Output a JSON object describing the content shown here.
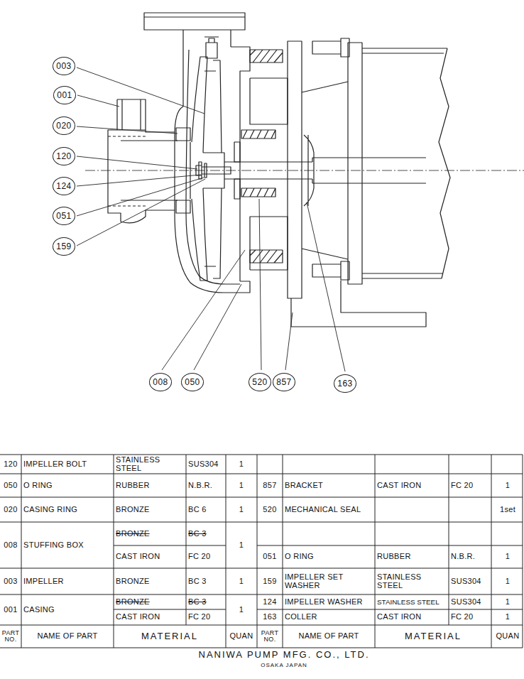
{
  "diagram": {
    "nodes": [
      {
        "text": [
          "003"
        ]
      },
      {
        "text": [
          "001"
        ]
      },
      {
        "text": [
          "020"
        ]
      },
      {
        "text": [
          "120"
        ]
      },
      {
        "text": [
          "124"
        ]
      },
      {
        "text": [
          "051"
        ]
      },
      {
        "text": [
          "159"
        ]
      },
      {
        "text": [
          "008"
        ]
      },
      {
        "text": [
          "050"
        ]
      },
      {
        "text": [
          "520"
        ]
      },
      {
        "text": [
          "857"
        ]
      },
      {
        "text": [
          "163"
        ]
      }
    ],
    "labels": [
      "120",
      "IMPELLER BOLT",
      "STAINLESS STEEL",
      "SUS304",
      "1",
      "050",
      "O RING",
      "RUBBER",
      "N.B.R.",
      "1",
      "857",
      "BRACKET",
      "CAST IRON",
      "FC 20",
      "1",
      "020",
      "CASING RING",
      "BRONZE",
      "BC 6",
      "1",
      "520",
      "MECHANICAL SEAL",
      "1set",
      "008",
      "STUFFING BOX",
      "BRONZE",
      "BC 3",
      "CAST IRON",
      "FC 20",
      "1",
      "051",
      "O RING",
      "RUBBER",
      "N.B.R.",
      "1",
      "003",
      "IMPELLER",
      "BRONZE",
      "BC 3",
      "1",
      "159",
      "IMPELLER SET WASHER",
      "STAINLESS STEEL",
      "SUS304",
      "1",
      "001",
      "CASING",
      "BRONZE",
      "BC 3",
      "CAST IRON",
      "FC 20",
      "1",
      "124",
      "IMPELLER WASHER",
      "STAINLESS STEEL",
      "SUS304",
      "1",
      "163",
      "COLLER",
      "CAST IRON",
      "FC 20",
      "1",
      "PART NO.",
      "NAME OF PART",
      "MATERIAL",
      "QUAN",
      "PART NO.",
      "NAME OF PART",
      "MATERIAL",
      "QUAN",
      "NANIWA PUMP MFG. CO., LTD.",
      "OSAKA JAPAN"
    ]
  }
}
